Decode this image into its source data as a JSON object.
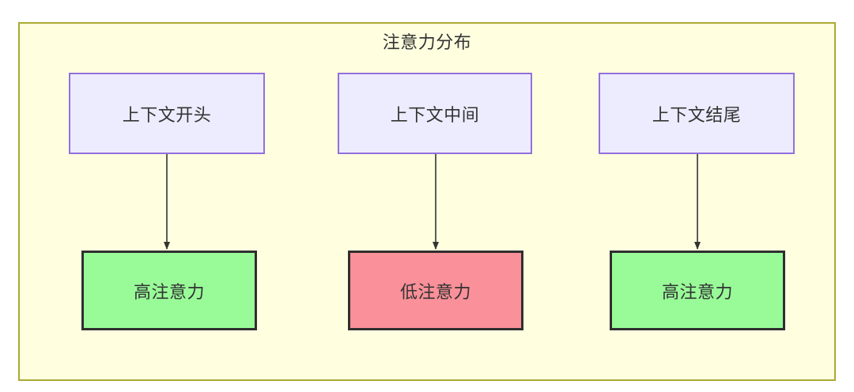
{
  "diagram": {
    "title": "注意力分布",
    "colors": {
      "container_fill": "#ffffe0",
      "container_border": "#aaaa33",
      "context_fill": "#ececfe",
      "context_border": "#9370db",
      "high_attention_fill": "#98fb98",
      "low_attention_fill": "#fa9099",
      "node_border_dark": "#2f2f2f",
      "text": "#333333",
      "edge": "#333333"
    },
    "columns": [
      {
        "id": "start",
        "source": {
          "label": "上下文开头",
          "type": "context"
        },
        "target": {
          "label": "高注意力",
          "type": "high"
        }
      },
      {
        "id": "middle",
        "source": {
          "label": "上下文中间",
          "type": "context"
        },
        "target": {
          "label": "低注意力",
          "type": "low"
        }
      },
      {
        "id": "end",
        "source": {
          "label": "上下文结尾",
          "type": "context"
        },
        "target": {
          "label": "高注意力",
          "type": "high"
        }
      }
    ],
    "edges": [
      {
        "from": "上下文开头",
        "to": "高注意力",
        "style": "arrow"
      },
      {
        "from": "上下文中间",
        "to": "低注意力",
        "style": "arrow"
      },
      {
        "from": "上下文结尾",
        "to": "高注意力",
        "style": "arrow"
      }
    ]
  }
}
